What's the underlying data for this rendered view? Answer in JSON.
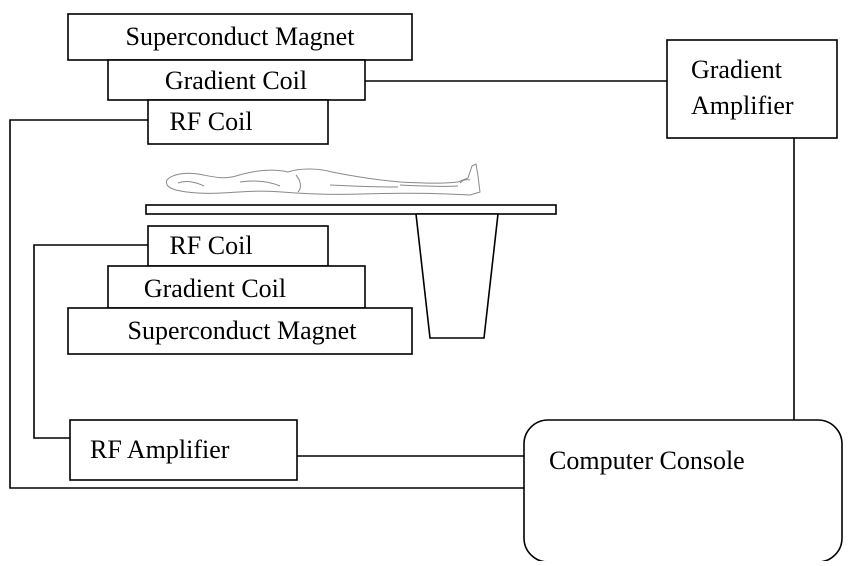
{
  "diagram": {
    "upper_assembly": {
      "magnet_label": "Superconduct Magnet",
      "gradient_coil_label": "Gradient Coil",
      "rf_coil_label": "RF Coil"
    },
    "lower_assembly": {
      "rf_coil_label": "RF Coil",
      "gradient_coil_label": "Gradient Coil",
      "magnet_label": "Superconduct Magnet"
    },
    "gradient_amplifier": {
      "line1": "Gradient",
      "line2": "Amplifier"
    },
    "rf_amplifier_label": "RF Amplifier",
    "computer_console_label": "Computer Console"
  }
}
